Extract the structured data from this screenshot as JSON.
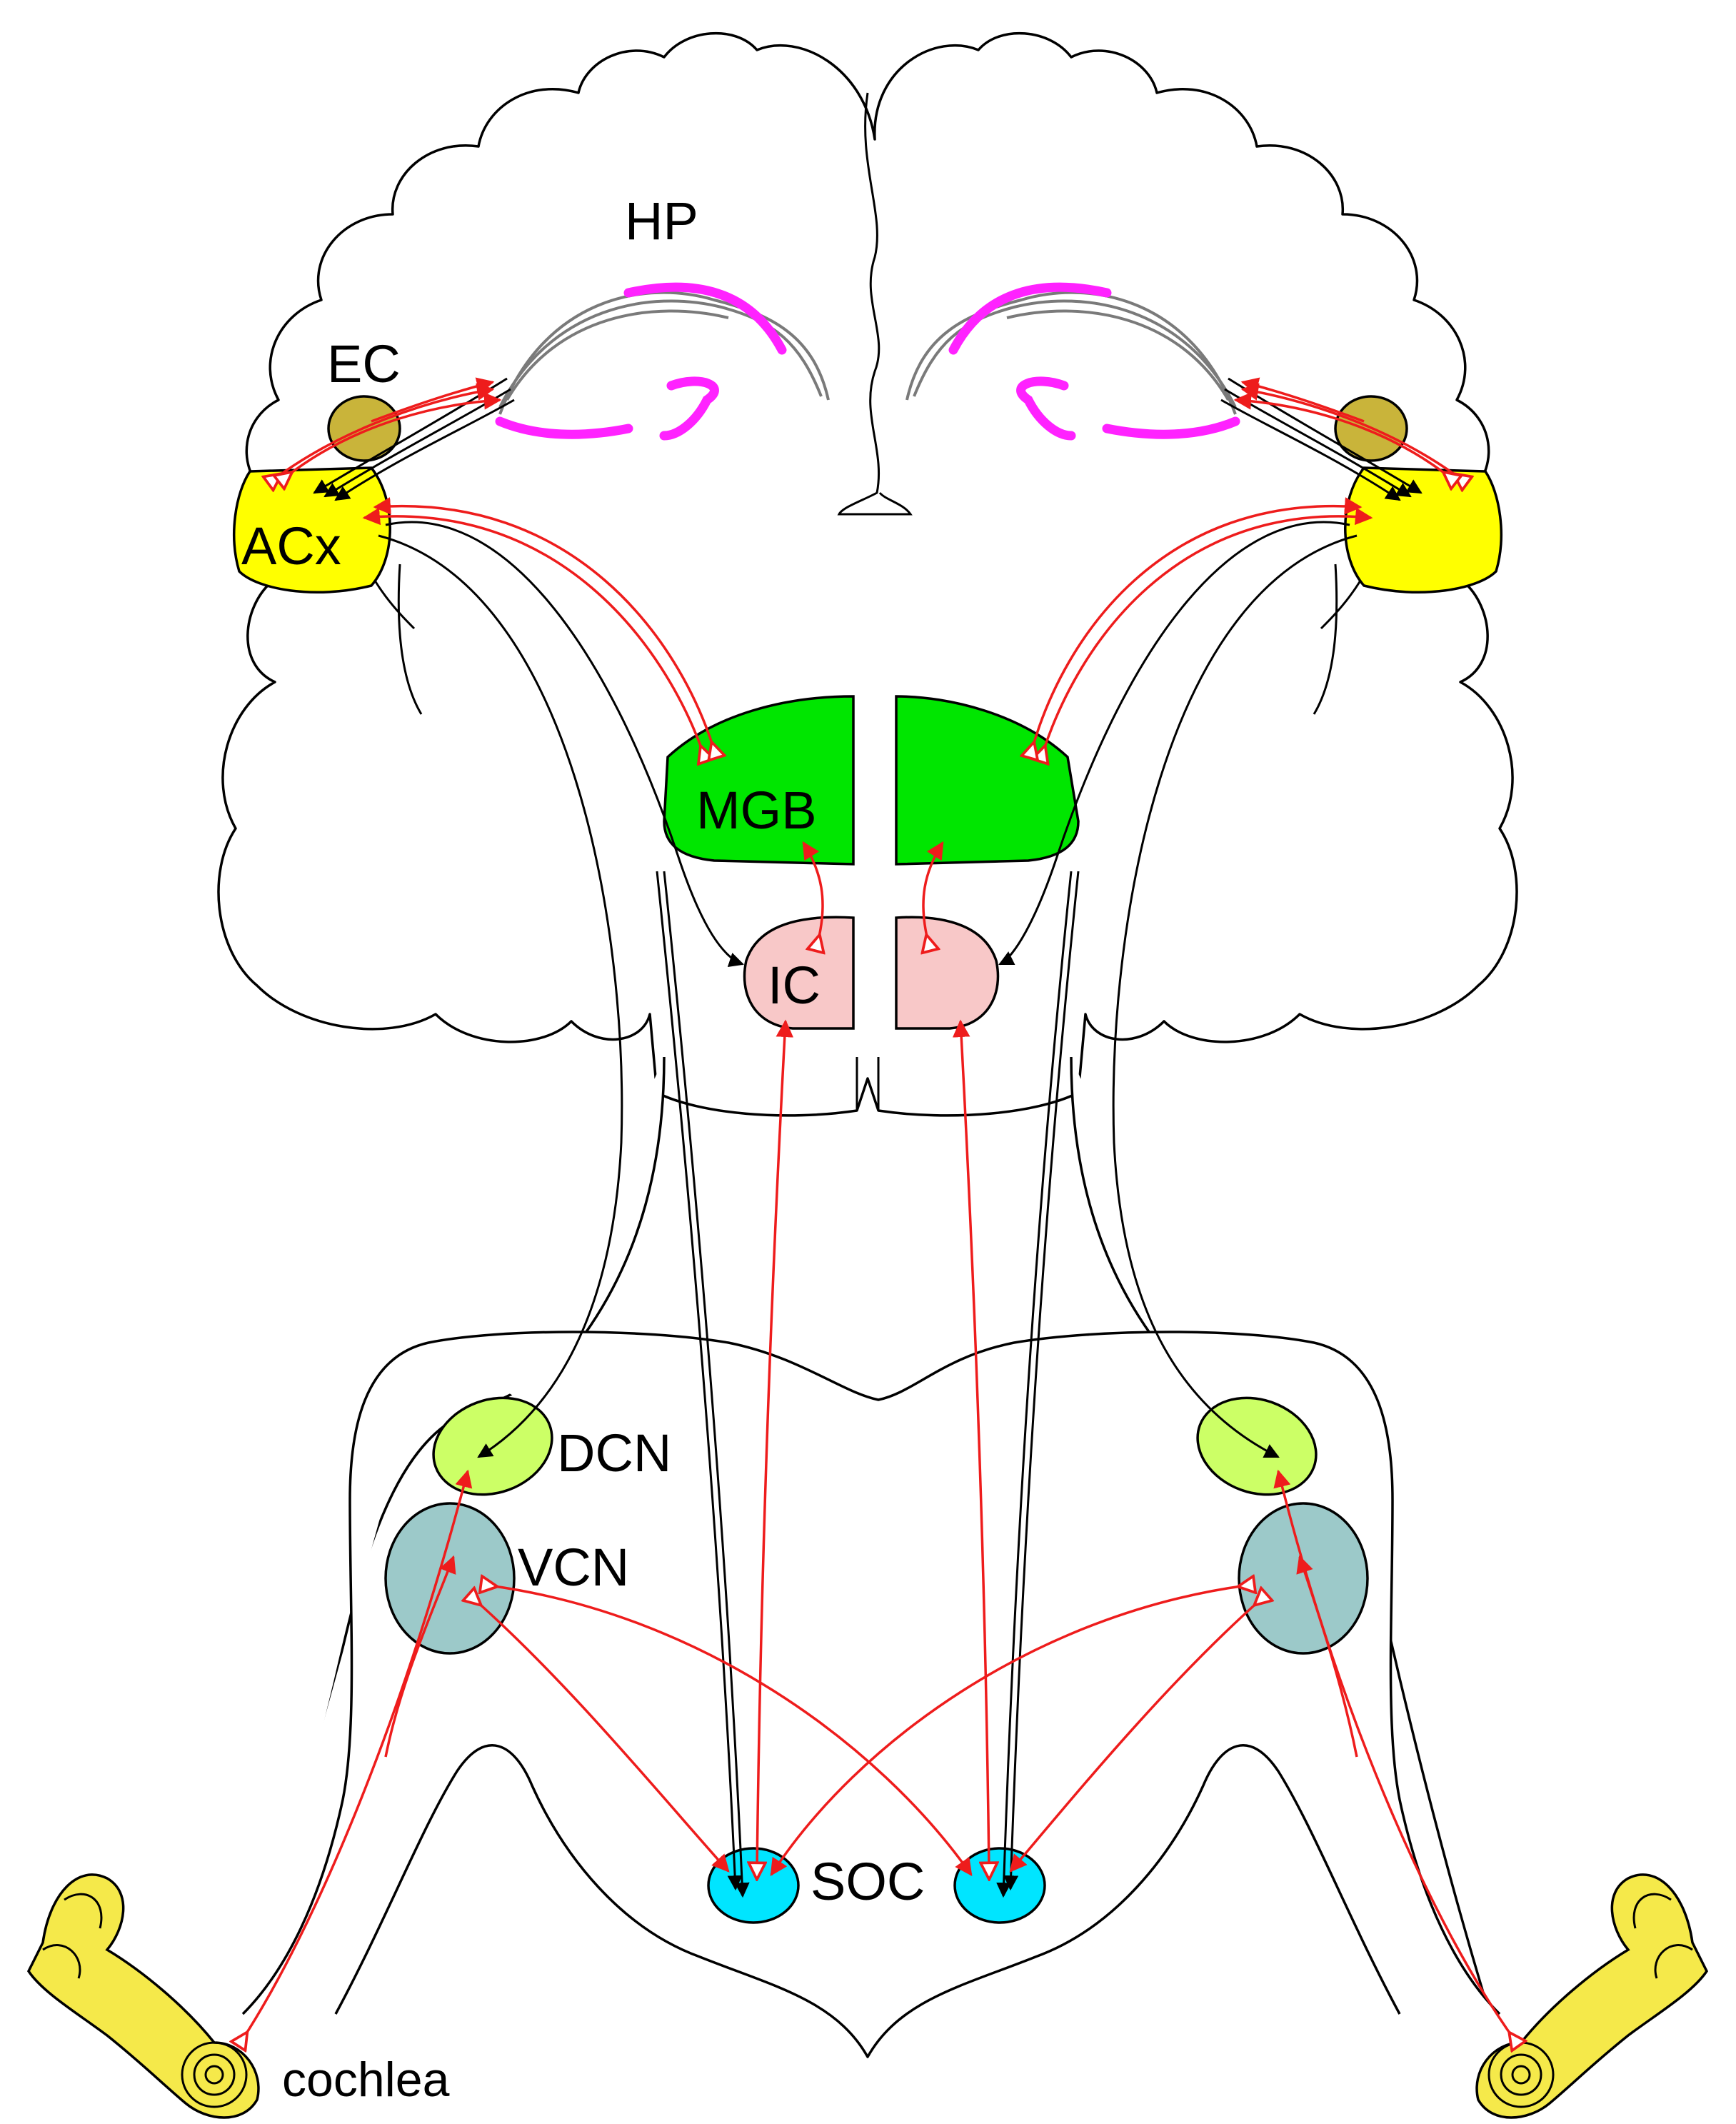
{
  "labels": {
    "hp": "HP",
    "ec": "EC",
    "acx": "ACx",
    "mgb": "MGB",
    "ic": "IC",
    "dcn": "DCN",
    "vcn": "VCN",
    "soc": "SOC",
    "cochlea": "cochlea"
  },
  "colors": {
    "acx": "#ffff00",
    "ec": "#c9b43a",
    "mgb": "#00e600",
    "ic": "#f8c8c8",
    "dcn": "#ccff66",
    "vcn": "#9cc9c9",
    "soc": "#00e5ff",
    "hippocampus": "#ff22ff",
    "cochlea": "#f5e94a",
    "projection_ascending": "#ee1c1c",
    "projection_descending": "#000000",
    "projection_hippocampal": "#7a7a7a"
  }
}
